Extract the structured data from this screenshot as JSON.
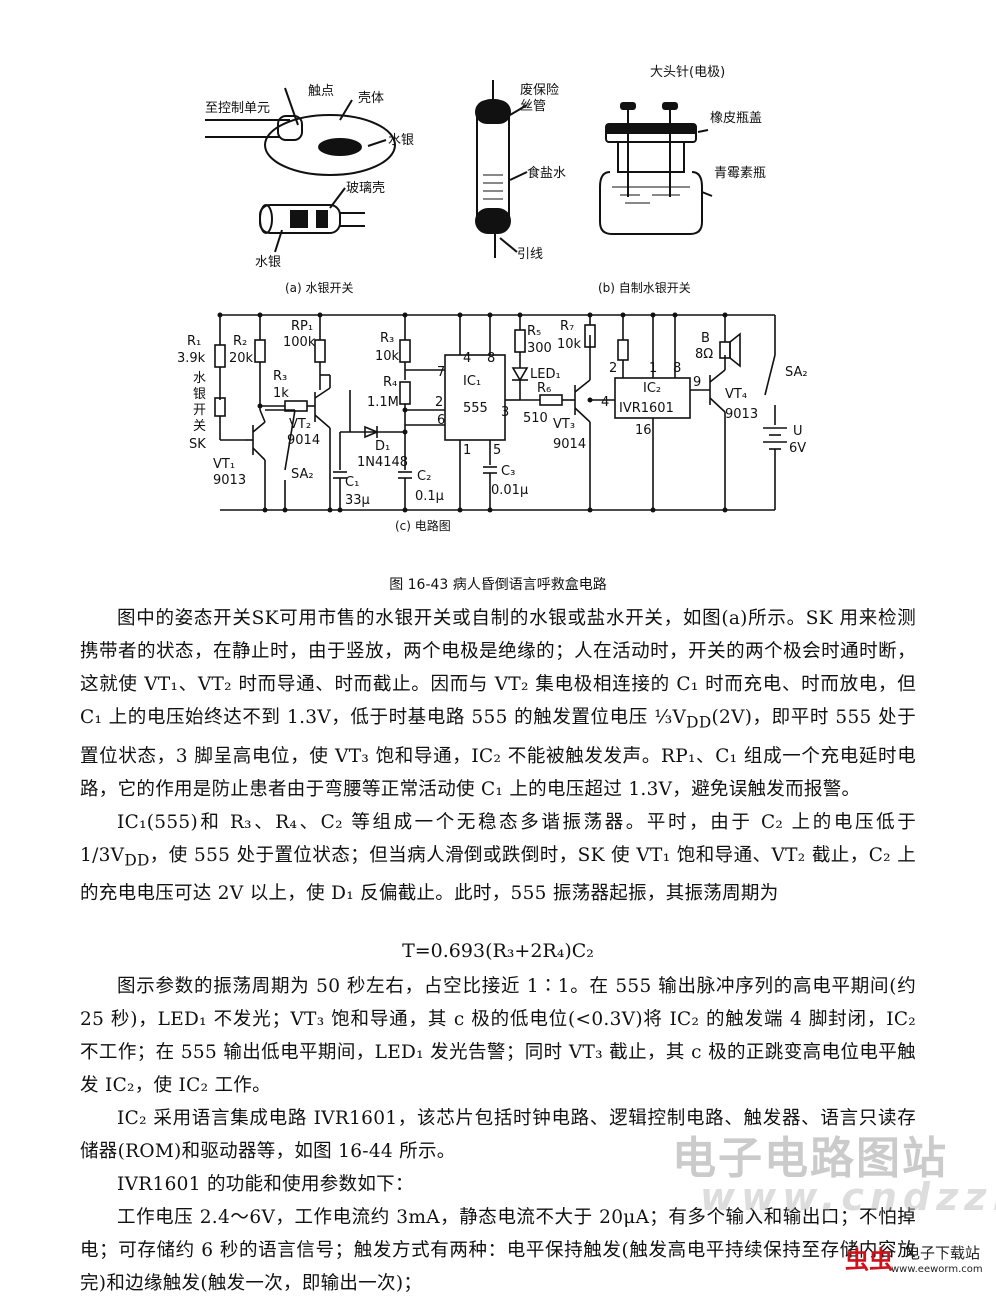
{
  "figure": {
    "panel_a": {
      "labels": {
        "to_control": "至控制单元",
        "contact": "触点",
        "shell": "壳体",
        "mercury": "水银",
        "glass_shell": "玻璃壳",
        "mercury2": "水银"
      },
      "caption": "(a) 水银开关"
    },
    "tube": {
      "labels": {
        "fuse_tube": "废保险\n丝管",
        "salt_water": "食盐水",
        "lead": "引线"
      }
    },
    "panel_b": {
      "labels": {
        "pin": "大头针(电极)",
        "rubber_cap": "橡皮瓶盖",
        "bottle": "青霉素瓶"
      },
      "caption": "(b) 自制水银开关"
    },
    "panel_c": {
      "labels": {
        "R1": "R₁",
        "R1v": "3.9k",
        "R2": "R₂",
        "R2v": "20k",
        "RP1": "RP₁",
        "RP1v": "100k",
        "R3a": "R₃",
        "R3av": "1k",
        "R3": "R₃",
        "R3v": "10k",
        "R4": "R₄",
        "R4v": "1.1M",
        "R5": "R₅",
        "R5v": "300",
        "R7": "R₇",
        "R7v": "10k",
        "R6": "R₆",
        "R6v": "510",
        "LED1": "LED₁",
        "SK": "水\n银\n开\n关\nSK",
        "VT1": "VT₁",
        "VT1v": "9013",
        "VT2": "VT₂",
        "VT2v": "9014",
        "VT3": "VT₃",
        "VT3v": "9014",
        "VT4": "VT₄",
        "VT4v": "9013",
        "SA2a": "SA₂",
        "SA2b": "SA₂",
        "D1": "D₁",
        "D1v": "1N4148",
        "C1": "C₁",
        "C1v": "33μ",
        "C2": "C₂",
        "C2v": "0.1μ",
        "C3": "C₃",
        "C3v": "0.01μ",
        "IC1": "IC₁",
        "IC1v": "555",
        "IC2": "IC₂",
        "IC2v": "IVR1601",
        "B": "B",
        "Bv": "8Ω",
        "U": "U",
        "Uv": "6V",
        "p4": "4",
        "p8": "8",
        "p7": "7",
        "p2": "2",
        "p6": "6",
        "p3": "3",
        "p1": "1",
        "p5": "5",
        "q2": "2",
        "q1": "1",
        "q8": "8",
        "q4": "4",
        "q9": "9",
        "q16": "16"
      },
      "caption": "(c) 电路图"
    },
    "title": "图 16-43   病人昏倒语言呼救盒电路"
  },
  "paragraphs": [
    "图中的姿态开关SK可用市售的水银开关或自制的水银或盐水开关，如图(a)所示。SK 用来检测携带者的状态，在静止时，由于竖放，两个电极是绝缘的；人在活动时，开关的两个极会时通时断，这就使 VT₁、VT₂ 时而导通、时而截止。因而与 VT₂ 集电极相连接的 C₁ 时而充电、时而放电，但 C₁ 上的电压始终达不到 1.3V，低于时基电路 555 的触发置位电压 ⅓V<sub>DD</sub>(2V)，即平时 555 处于置位状态，3 脚呈高电位，使 VT₃ 饱和导通，IC₂ 不能被触发发声。RP₁、C₁ 组成一个充电延时电路，它的作用是防止患者由于弯腰等正常活动使 C₁ 上的电压超过 1.3V，避免误触发而报警。",
    "IC₁(555)和 R₃、R₄、C₂ 等组成一个无稳态多谐振荡器。平时，由于 C₂ 上的电压低于 1/3V<sub>DD</sub>，使 555 处于置位状态；但当病人滑倒或跌倒时，SK 使 VT₁ 饱和导通、VT₂ 截止，C₂ 上的充电电压可达 2V 以上，使 D₁ 反偏截止。此时，555 振荡器起振，其振荡周期为",
    "图示参数的振荡周期为 50 秒左右，占空比接近 1∶1。在 555 输出脉冲序列的高电平期间(约 25 秒)，LED₁ 不发光；VT₃ 饱和导通，其 c 极的低电位(&lt;0.3V)将 IC₂ 的触发端 4 脚封闭，IC₂ 不工作；在 555 输出低电平期间，LED₁ 发光告警；同时 VT₃ 截止，其 c 极的正跳变高电位电平触发 IC₂，使 IC₂ 工作。",
    "IC₂ 采用语言集成电路 IVR1601，该芯片包括时钟电路、逻辑控制电路、触发器、语言只读存储器(ROM)和驱动器等，如图 16-44 所示。",
    "IVR1601 的功能和使用参数如下：",
    "工作电压 2.4～6V，工作电流约 3mA，静态电流不大于 20μA；有多个输入和输出口；不怕掉电；可存储约 6 秒的语言信号；触发方式有两种：电平保持触发(触发高电平持续保持至存储内容放完)和边缘触发(触发一次，即输出一次)；"
  ],
  "formula": "T=0.693(R₃+2R₄)C₂",
  "watermark": {
    "site": "电子电路图站",
    "url": "www.cndzz.com",
    "logo_mark": "虫虫",
    "logo_text": "电子下载站",
    "logo_url": "www.eeworm.com"
  }
}
